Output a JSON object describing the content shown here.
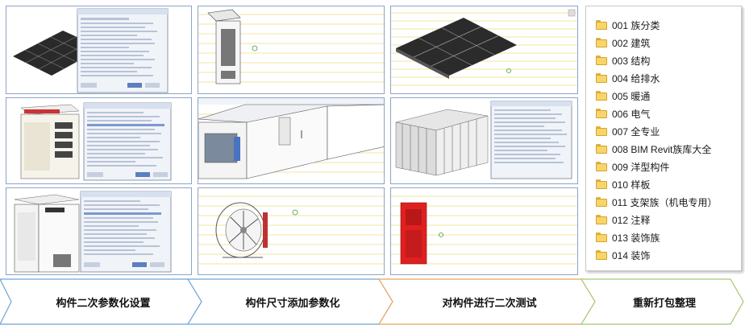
{
  "folders": [
    {
      "label": "001 族分类"
    },
    {
      "label": "002 建筑"
    },
    {
      "label": "003 结构"
    },
    {
      "label": "004 给排水"
    },
    {
      "label": "005 暖通"
    },
    {
      "label": "006 电气"
    },
    {
      "label": "007 全专业"
    },
    {
      "label": "008 BIM Revit族库大全"
    },
    {
      "label": "009 洋型构件"
    },
    {
      "label": "010 样板"
    },
    {
      "label": "011 支架族（机电专用）"
    },
    {
      "label": "012 注释"
    },
    {
      "label": "013 装饰族"
    },
    {
      "label": "014 装饰"
    }
  ],
  "steps": [
    {
      "label": "构件二次参数化设置",
      "color": "#6fa3d6"
    },
    {
      "label": "构件尺寸添加参数化",
      "color": "#6fa3d6"
    },
    {
      "label": "对构件进行二次测试",
      "color": "#e6a35a"
    },
    {
      "label": "重新打包整理",
      "color": "#a6c774"
    }
  ],
  "colors": {
    "tile_border": "#8ea3c4",
    "folder": "#f7d56a",
    "cabinet_red": "#e02020"
  },
  "icons": [
    "folder-icon",
    "view-cube-icon",
    "origin-marker-icon"
  ]
}
